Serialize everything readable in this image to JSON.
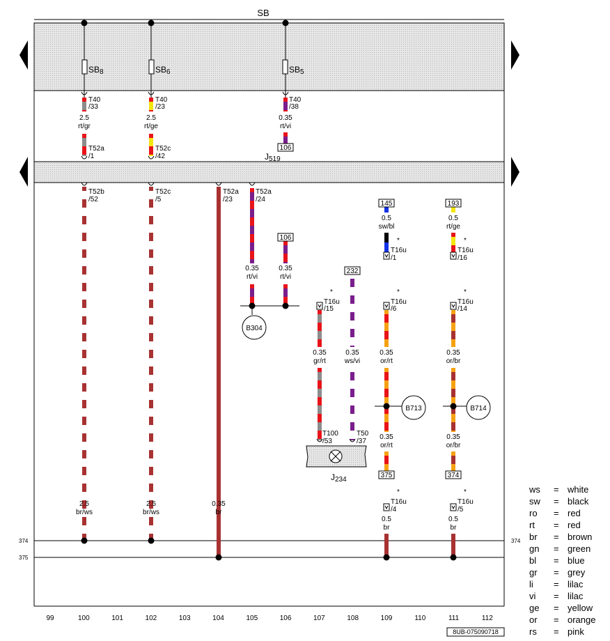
{
  "bus_top_label": "SB",
  "fuses": [
    {
      "id": "fuse-sb8",
      "base": "SB",
      "sub": "8"
    },
    {
      "id": "fuse-sb6",
      "base": "SB",
      "sub": "6"
    },
    {
      "id": "fuse-sb5",
      "base": "SB",
      "sub": "5"
    }
  ],
  "module_j519": {
    "base": "J",
    "sub": "519"
  },
  "module_j234": {
    "base": "J",
    "sub": "234"
  },
  "connectors": [
    {
      "id": "t40-33",
      "name": "T40",
      "pin": "/33"
    },
    {
      "id": "t40-23",
      "name": "T40",
      "pin": "/23"
    },
    {
      "id": "t40-38",
      "name": "T40",
      "pin": "/38"
    },
    {
      "id": "t52a-1",
      "name": "T52a",
      "pin": "/1"
    },
    {
      "id": "t52c-42",
      "name": "T52c",
      "pin": "/42"
    },
    {
      "id": "t52b-52",
      "name": "T52b",
      "pin": "/52"
    },
    {
      "id": "t52c-5",
      "name": "T52c",
      "pin": "/5"
    },
    {
      "id": "t52a-23",
      "name": "T52a",
      "pin": "/23"
    },
    {
      "id": "t52a-24",
      "name": "T52a",
      "pin": "/24"
    },
    {
      "id": "t16u-1",
      "name": "T16u",
      "pin": "/1"
    },
    {
      "id": "t16u-16",
      "name": "T16u",
      "pin": "/16"
    },
    {
      "id": "t16u-15",
      "name": "T16u",
      "pin": "/15"
    },
    {
      "id": "t16u-6",
      "name": "T16u",
      "pin": "/6"
    },
    {
      "id": "t16u-14",
      "name": "T16u",
      "pin": "/14"
    },
    {
      "id": "t100-53",
      "name": "T100",
      "pin": "/53"
    },
    {
      "id": "t50-37",
      "name": "T50",
      "pin": "/37"
    },
    {
      "id": "t16u-4",
      "name": "T16u",
      "pin": "/4"
    },
    {
      "id": "t16u-5",
      "name": "T16u",
      "pin": "/5"
    }
  ],
  "wire_labels": [
    {
      "id": "w100-top",
      "size": "2.5",
      "color": "rt/gr"
    },
    {
      "id": "w102-top",
      "size": "2.5",
      "color": "rt/ge"
    },
    {
      "id": "w106-top",
      "size": "0.35",
      "color": "rt/vi"
    },
    {
      "id": "w109-top",
      "size": "0.5",
      "color": "sw/bl"
    },
    {
      "id": "w111-top",
      "size": "0.5",
      "color": "rt/ge"
    },
    {
      "id": "w105-mid",
      "size": "0.35",
      "color": "rt/vi"
    },
    {
      "id": "w106-mid",
      "size": "0.35",
      "color": "rt/vi"
    },
    {
      "id": "w107",
      "size": "0.35",
      "color": "gr/rt"
    },
    {
      "id": "w108",
      "size": "0.35",
      "color": "ws/vi"
    },
    {
      "id": "w109-a",
      "size": "0.35",
      "color": "or/rt"
    },
    {
      "id": "w111-a",
      "size": "0.35",
      "color": "or/br"
    },
    {
      "id": "w109-b",
      "size": "0.35",
      "color": "or/rt"
    },
    {
      "id": "w111-b",
      "size": "0.35",
      "color": "or/br"
    },
    {
      "id": "w100-bot",
      "size": "2.5",
      "color": "br/ws"
    },
    {
      "id": "w102-bot",
      "size": "2.5",
      "color": "br/ws"
    },
    {
      "id": "w104-bot",
      "size": "0.35",
      "color": "br"
    },
    {
      "id": "w109-bot",
      "size": "0.5",
      "color": "br"
    },
    {
      "id": "w111-bot",
      "size": "0.5",
      "color": "br"
    }
  ],
  "ref_boxes": [
    "106",
    "106",
    "145",
    "193",
    "232",
    "375",
    "374"
  ],
  "ground_points": [
    "B304",
    "B713",
    "B714"
  ],
  "bus_lines": {
    "left_374": "374",
    "left_375": "375",
    "right_374": "374"
  },
  "column_numbers": [
    "99",
    "100",
    "101",
    "102",
    "103",
    "104",
    "105",
    "106",
    "107",
    "108",
    "109",
    "110",
    "111",
    "112"
  ],
  "doc_id": "8UB-075090718",
  "legend": [
    {
      "code": "ws",
      "name": "white"
    },
    {
      "code": "sw",
      "name": "black"
    },
    {
      "code": "ro",
      "name": "red"
    },
    {
      "code": "rt",
      "name": "red"
    },
    {
      "code": "br",
      "name": "brown"
    },
    {
      "code": "gn",
      "name": "green"
    },
    {
      "code": "bl",
      "name": "blue"
    },
    {
      "code": "gr",
      "name": "grey"
    },
    {
      "code": "li",
      "name": "lilac"
    },
    {
      "code": "vi",
      "name": "lilac"
    },
    {
      "code": "ge",
      "name": "yellow"
    },
    {
      "code": "or",
      "name": "orange"
    },
    {
      "code": "rs",
      "name": "pink"
    }
  ],
  "wire_colors": {
    "rt": "#e8141a",
    "gr": "#8c8c8c",
    "ge": "#f5e610",
    "vi": "#7a1e8c",
    "br": "#a83232",
    "ws": "#ffffff",
    "sw": "#000000",
    "bl": "#1432e6",
    "or": "#f5a214"
  }
}
